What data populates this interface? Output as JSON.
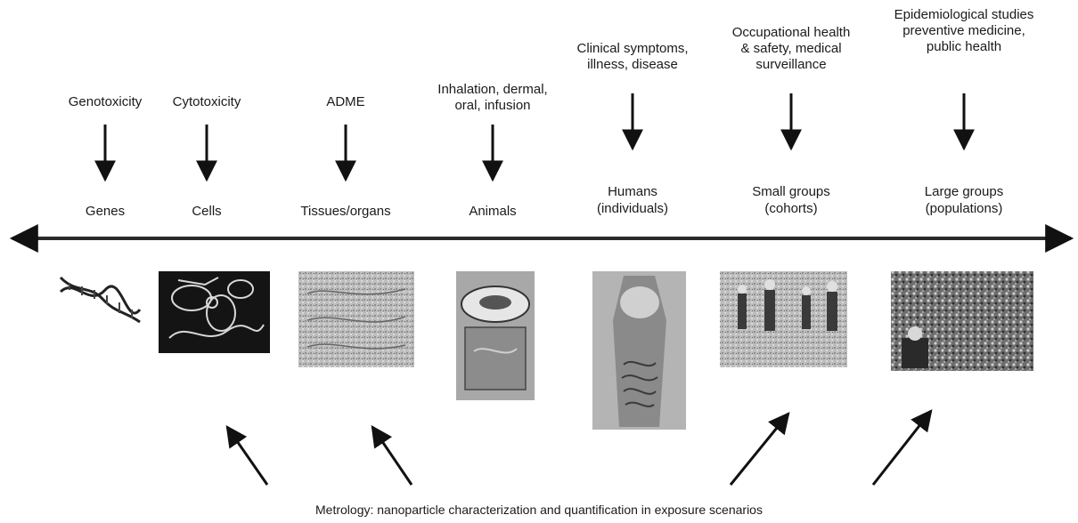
{
  "columns": [
    {
      "id": "genes",
      "top_label": "Genotoxicity",
      "level_label": "Genes",
      "image_icon": "dna-icon"
    },
    {
      "id": "cells",
      "top_label": "Cytotoxicity",
      "level_label": "Cells",
      "image_icon": "cells-micrograph-icon"
    },
    {
      "id": "tissues",
      "top_label": "ADME",
      "level_label": "Tissues/organs",
      "image_icon": "tissue-micrograph-icon"
    },
    {
      "id": "animals",
      "top_label": "Inhalation, dermal,\noral, infusion",
      "level_label": "Animals",
      "image_icon": "animal-cage-icon"
    },
    {
      "id": "humans",
      "top_label": "Clinical symptoms,\nillness, disease",
      "level_label": "Humans\n(individuals)",
      "image_icon": "human-anatomy-icon"
    },
    {
      "id": "small-groups",
      "top_label": "Occupational health\n& safety, medical\nsurveillance",
      "level_label": "Small groups\n(cohorts)",
      "image_icon": "workers-photo-icon"
    },
    {
      "id": "large-groups",
      "top_label": "Epidemiological studies\npreventive medicine,\npublic health",
      "level_label": "Large groups\n(populations)",
      "image_icon": "crowd-photo-icon"
    }
  ],
  "footer": "Metrology: nanoparticle characterization and quantification in exposure scenarios",
  "colors": {
    "text": "#1a1a1a",
    "axis": "#2a2a2a",
    "arrow": "#111111",
    "photo_dark": "#151515",
    "photo_mid": "#8a8a8a",
    "photo_light": "#c8c8c8"
  }
}
